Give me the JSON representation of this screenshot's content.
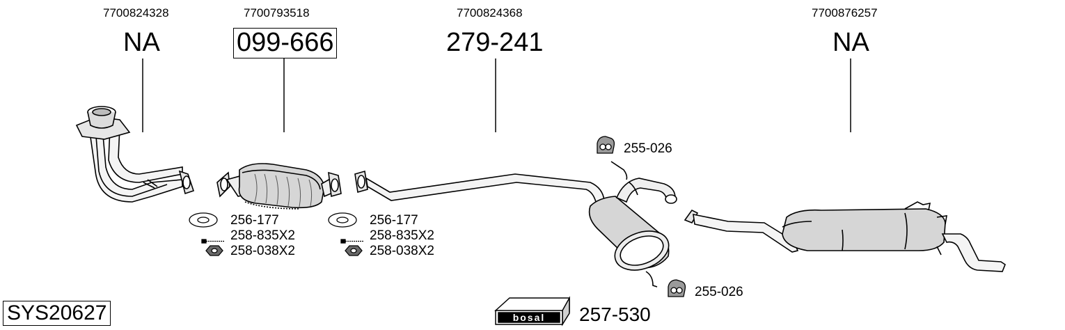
{
  "diagram_id": "SYS20627",
  "brand": "bosal",
  "brand_code": "257-530",
  "sections": [
    {
      "oem": "7700824328",
      "code": "NA"
    },
    {
      "oem": "7700793518",
      "code": "099-666"
    },
    {
      "oem": "7700824368",
      "code": "279-241"
    },
    {
      "oem": "7700876257",
      "code": "NA"
    }
  ],
  "fittings_left": {
    "gasket": "256-177",
    "bolt": "258-835X2",
    "nut": "258-038X2"
  },
  "fittings_right": {
    "gasket": "256-177",
    "bolt": "258-835X2",
    "nut": "258-038X2"
  },
  "hanger_top": "255-026",
  "hanger_bottom": "255-026",
  "colors": {
    "line": "#000000",
    "fill_light": "#f2f2f2",
    "fill_mid": "#d9d9d9",
    "fill_dark": "#9a9a9a"
  }
}
